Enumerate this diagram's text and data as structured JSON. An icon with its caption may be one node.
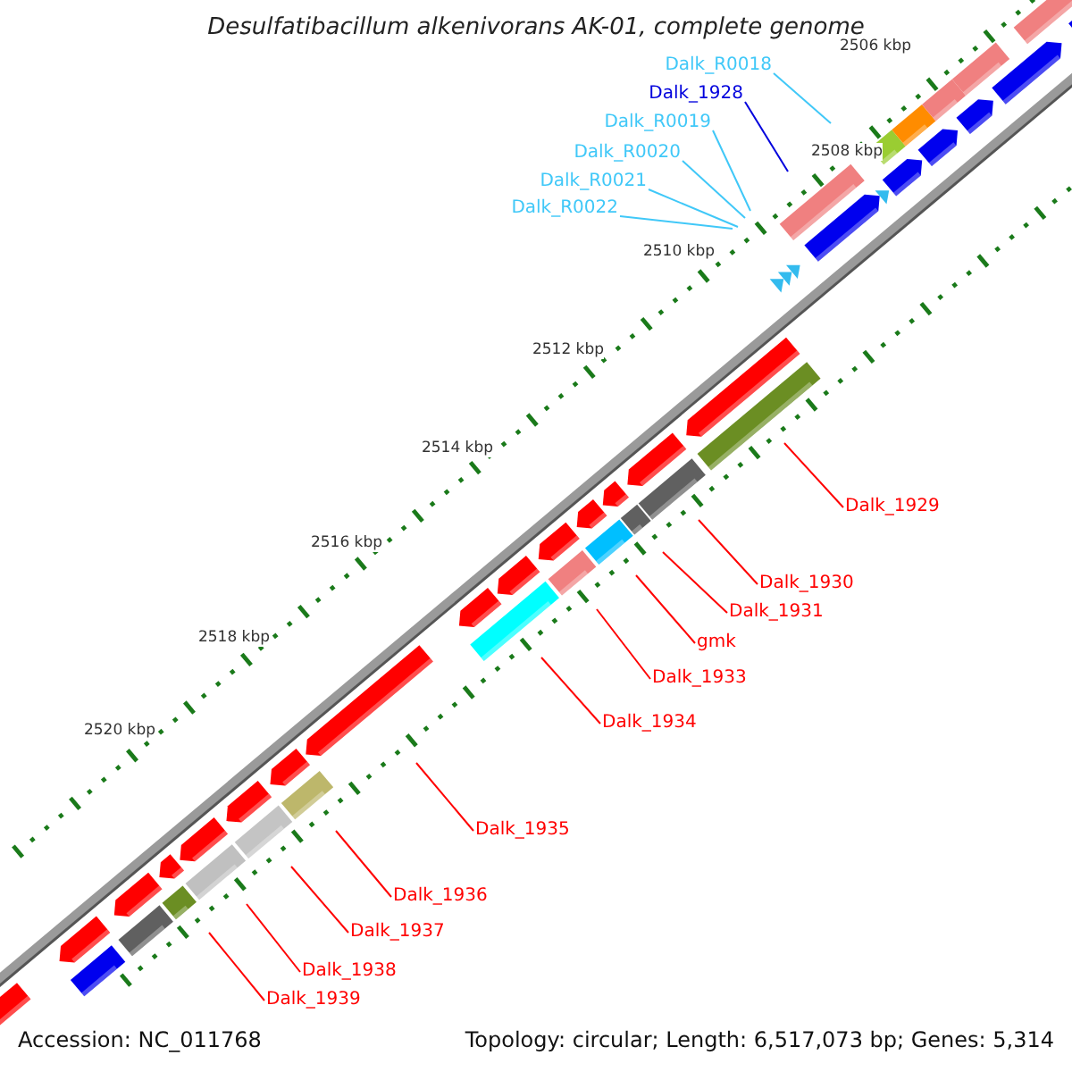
{
  "diagram": {
    "title": "Desulfatibacillum alkenivorans AK-01, complete genome",
    "nodes": [
      {
        "text": [
          "Dalk_R0018"
        ]
      },
      {
        "text": [
          "Dalk_1928"
        ]
      },
      {
        "text": [
          "Dalk_R0019"
        ]
      },
      {
        "text": [
          "Dalk_R0020"
        ]
      },
      {
        "text": [
          "Dalk_R0021"
        ]
      },
      {
        "text": [
          "Dalk_R0022"
        ]
      },
      {
        "text": [
          "Dalk_1929"
        ]
      },
      {
        "text": [
          "Dalk_1930"
        ]
      },
      {
        "text": [
          "Dalk_1931"
        ]
      },
      {
        "text": [
          "gmk"
        ]
      },
      {
        "text": [
          "Dalk_1933"
        ]
      },
      {
        "text": [
          "Dalk_1934"
        ]
      },
      {
        "text": [
          "Dalk_1935"
        ]
      },
      {
        "text": [
          "Dalk_1936"
        ]
      },
      {
        "text": [
          "Dalk_1937"
        ]
      },
      {
        "text": [
          "Dalk_1938"
        ]
      },
      {
        "text": [
          "Dalk_1939"
        ]
      }
    ],
    "edges": [
      {
        "from": 0,
        "to": null,
        "arrow": "none",
        "color": "#40c8f8"
      },
      {
        "from": 1,
        "to": null,
        "arrow": "none",
        "color": "#0000dd"
      },
      {
        "from": 2,
        "to": null,
        "arrow": "none",
        "color": "#40c8f8"
      },
      {
        "from": 3,
        "to": null,
        "arrow": "none",
        "color": "#40c8f8"
      },
      {
        "from": 4,
        "to": null,
        "arrow": "none",
        "color": "#40c8f8"
      },
      {
        "from": 5,
        "to": null,
        "arrow": "none",
        "color": "#40c8f8"
      },
      {
        "from": 6,
        "to": null,
        "arrow": "none"
      },
      {
        "from": 7,
        "to": null,
        "arrow": "none"
      },
      {
        "from": 8,
        "to": null,
        "arrow": "none"
      },
      {
        "from": 9,
        "to": null,
        "arrow": "none"
      },
      {
        "from": 10,
        "to": null,
        "arrow": "none"
      },
      {
        "from": 11,
        "to": null,
        "arrow": "none"
      },
      {
        "from": 12,
        "to": null,
        "arrow": "none"
      },
      {
        "from": 13,
        "to": null,
        "arrow": "none"
      },
      {
        "from": 14,
        "to": null,
        "arrow": "none"
      },
      {
        "from": 15,
        "to": null,
        "arrow": "none"
      },
      {
        "from": 16,
        "to": null,
        "arrow": "none"
      }
    ],
    "labels": [
      "2506 kbp",
      "2508 kbp",
      "2510 kbp",
      "2512 kbp",
      "2514 kbp",
      "2516 kbp",
      "2518 kbp",
      "2520 kbp",
      "Accession: NC_011768",
      "Topology: circular; Length: 6,517,073 bp; Genes: 5,314"
    ]
  }
}
